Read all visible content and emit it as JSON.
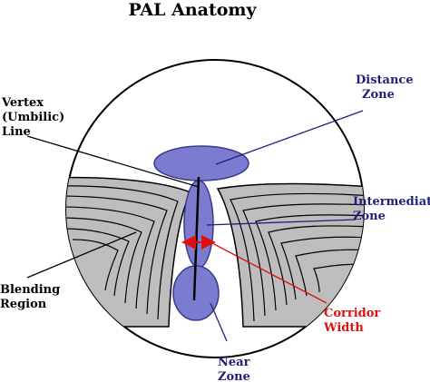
{
  "title": "PAL Anatomy",
  "labels": {
    "vertex": [
      "Vertex",
      "(Umbilic)",
      "Line"
    ],
    "distance": [
      "Distance",
      "Zone"
    ],
    "intermediate": [
      "Intermediate",
      "Zone"
    ],
    "blending": [
      "Blending",
      "Region"
    ],
    "corridor": [
      "Corridor",
      "Width"
    ],
    "near": [
      "Near",
      "Zone"
    ]
  },
  "colors": {
    "zone_fill": "#7b7bd0",
    "zone_stroke": "#3a3a8a",
    "blend_fill": "#bdbdbd",
    "navy_text": "#1f1f7a",
    "corridor_red": "#e01010"
  }
}
